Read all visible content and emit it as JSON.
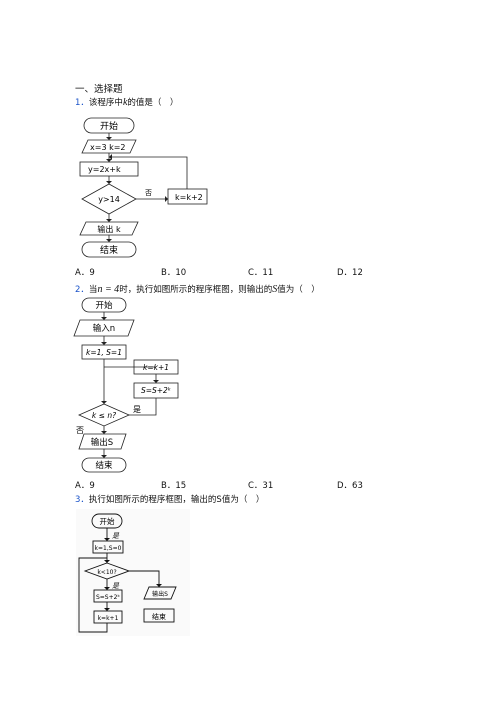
{
  "section_title": "一、选择题",
  "questions": [
    {
      "num": "1．",
      "stem_a": "该程序中",
      "var": "k",
      "stem_b": "的值是（　）",
      "options": [
        "A．9",
        "B．10",
        "C．11",
        "D．12"
      ],
      "flow": {
        "start": "开始",
        "init": "x=3  k=2",
        "calc": "y=2x+k",
        "cond": "y>14",
        "no": "否",
        "update": "k=k+2",
        "output": "输出 k",
        "end": "结束"
      }
    },
    {
      "num": "2．",
      "stem_a": "当",
      "var": "n = 4",
      "stem_b": "时，执行如图所示的程序框图，则输出的",
      "var2": "S",
      "stem_c": "值为（　）",
      "options": [
        "A．9",
        "B．15",
        "C．31",
        "D．63"
      ],
      "flow": {
        "start": "开始",
        "input": "输入n",
        "init": "k=1, S=1",
        "update_k": "k=k+1",
        "update_s": "S=S+2ᵏ",
        "cond": "k ≤ n?",
        "yes": "是",
        "no": "否",
        "output": "输出S",
        "end": "结束"
      }
    },
    {
      "num": "3．",
      "stem_a": "执行如图所示的程序框图，输出的S值为（　）",
      "flow": {
        "start": "开始",
        "yes1": "是",
        "init": "k=1,S=0",
        "cond": "k<10?",
        "yes2": "是",
        "update_s": "S=S+2ᵏ",
        "update_k": "k=k+1",
        "output": "输出S",
        "end": "结束"
      }
    }
  ]
}
